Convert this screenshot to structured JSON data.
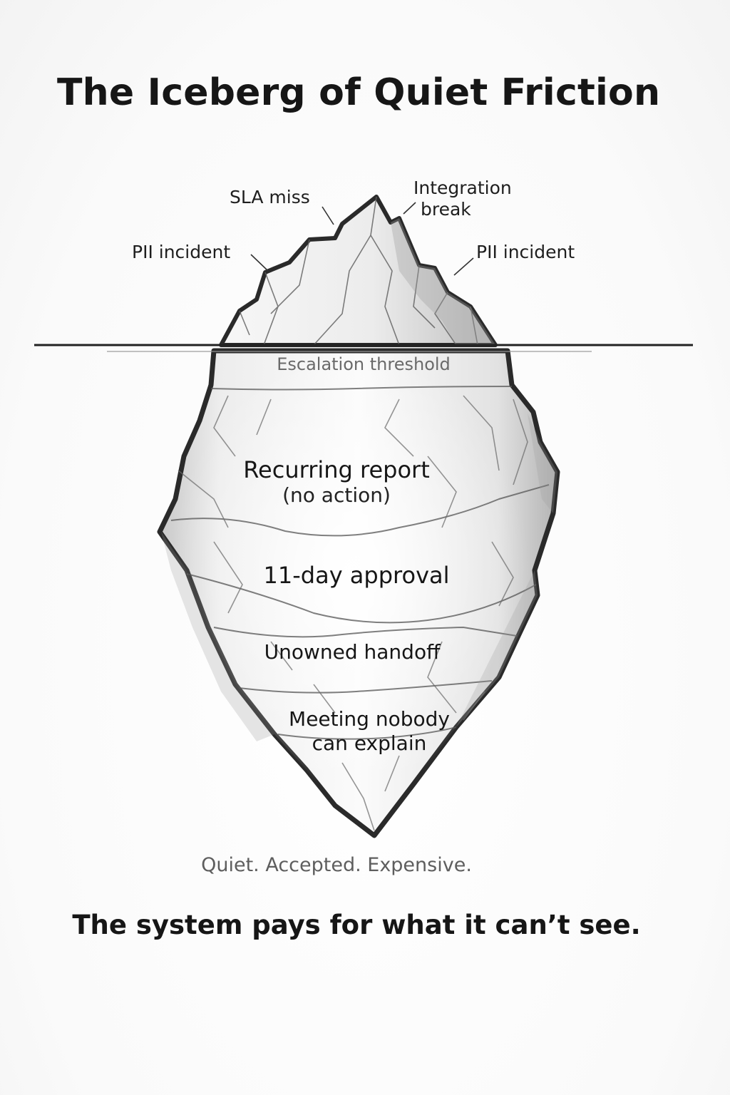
{
  "title": "The Iceberg of Quiet Friction",
  "above_water": {
    "labels": [
      {
        "id": "sla-miss",
        "lines": [
          "SLA miss"
        ]
      },
      {
        "id": "integration-break",
        "lines": [
          "Integration",
          "break"
        ]
      },
      {
        "id": "pii-incident-left",
        "lines": [
          "PII incident"
        ]
      },
      {
        "id": "pii-incident-right",
        "lines": [
          "PII incident"
        ]
      }
    ]
  },
  "waterline_label": "Escalation threshold",
  "below_water": {
    "layers": [
      {
        "main": "Recurring report",
        "sub": "(no action)"
      },
      {
        "main": "11-day approval"
      },
      {
        "main": "Unowned handoff"
      },
      {
        "main": "Meeting nobody",
        "sub": "can explain"
      }
    ]
  },
  "caption": "Quiet. Accepted. Expensive.",
  "tagline": "The system pays for what it can’t see.",
  "colors": {
    "outline": "#2a2a2a",
    "ice_light": "#f4f4f4",
    "ice_shadow": "#bdbdbd",
    "water_line": "#222222"
  }
}
